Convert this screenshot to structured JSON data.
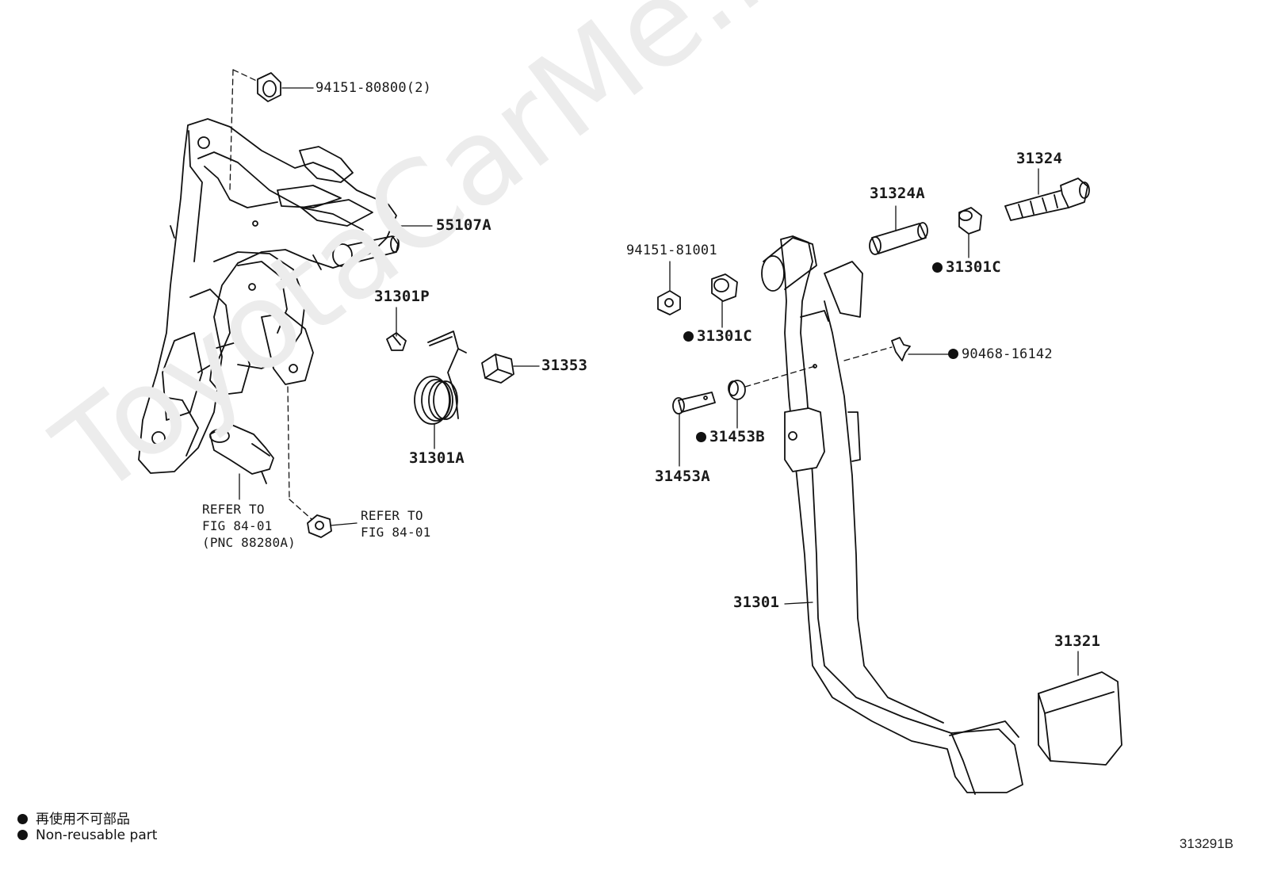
{
  "watermark": "ToyotaCarMe.ru",
  "callouts": {
    "c1": "94151-80800(2)",
    "c2": "55107A",
    "c3": "31301P",
    "c4": "31353",
    "c5": "31301A",
    "c6_lines": "REFER TO\nFIG 84-01\n(PNC 88280A)",
    "c7_lines": "REFER TO\nFIG 84-01",
    "c8": "94151-81001",
    "c9": "31301C",
    "c10": "31324A",
    "c11": "31324",
    "c12": "31301C",
    "c13": "90468-16142",
    "c14": "31453B",
    "c15": "31453A",
    "c16": "31301",
    "c17": "31321"
  },
  "legend": {
    "line1": "再使用不可部品",
    "line2": "Non-reusable part"
  },
  "figure_id": "313291B"
}
